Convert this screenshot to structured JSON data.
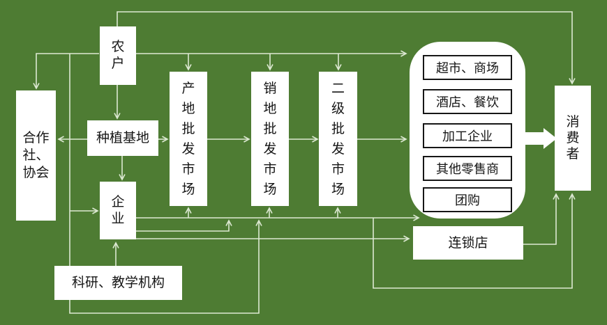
{
  "colors": {
    "background": "#4e7c33",
    "line": "#dde9d3",
    "box_fill": "#ffffff",
    "inner_box_border": "#161616",
    "text": "#161616"
  },
  "nodes": {
    "farmer": {
      "label": "农户"
    },
    "cooperative": {
      "label": "合作社、协会"
    },
    "planting_base": {
      "label": "种植基地"
    },
    "enterprise": {
      "label": "企业"
    },
    "research_institution": {
      "label": "科研、教学机构"
    },
    "origin_wholesale_market": {
      "label": "产地批发市场"
    },
    "sales_wholesale_market": {
      "label": "销地批发市场"
    },
    "secondary_wholesale_market": {
      "label": "二级批发市场"
    },
    "retail_channels": {
      "items": [
        {
          "label": "超市、商场"
        },
        {
          "label": "酒店、餐饮"
        },
        {
          "label": "加工企业"
        },
        {
          "label": "其他零售商"
        },
        {
          "label": "团购"
        }
      ]
    },
    "chain_store": {
      "label": "连锁店"
    },
    "consumer": {
      "label": "消费者"
    }
  }
}
